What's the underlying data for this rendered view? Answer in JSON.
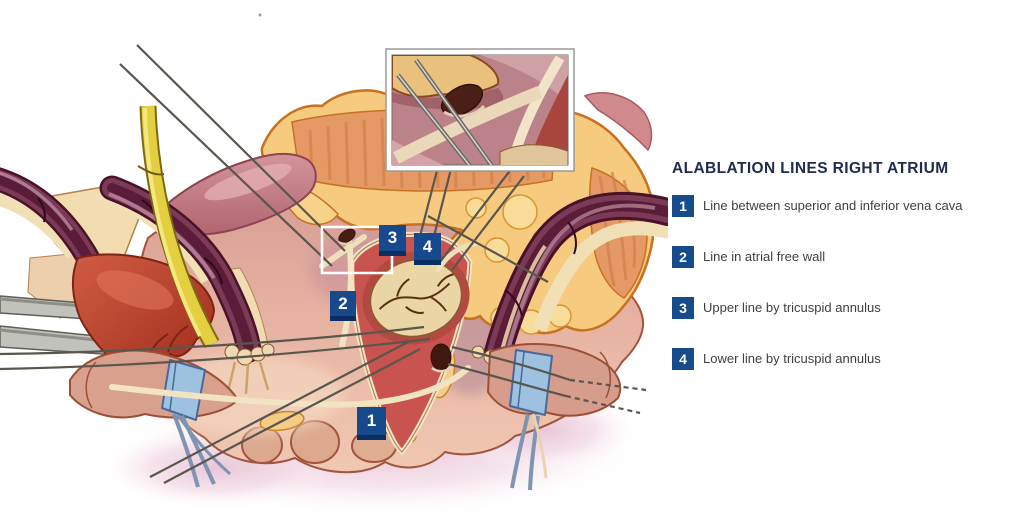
{
  "legend": {
    "title": "ALABLATION LINES RIGHT ATRIUM",
    "items": [
      {
        "number": "1",
        "label": "Line between superior and inferior vena cava"
      },
      {
        "number": "2",
        "label": "Line in atrial free wall"
      },
      {
        "number": "3",
        "label": "Upper line by tricuspid annulus"
      },
      {
        "number": "4",
        "label": "Lower line by tricuspid annulus"
      }
    ]
  },
  "figure": {
    "markers": [
      {
        "number": "1"
      },
      {
        "number": "2"
      },
      {
        "number": "3"
      },
      {
        "number": "4"
      }
    ]
  },
  "colors": {
    "marker_blue": "#17498d",
    "marker_shadow": "#0c2d60",
    "title_navy": "#202c4e",
    "item_text": "#3f3f3f"
  }
}
